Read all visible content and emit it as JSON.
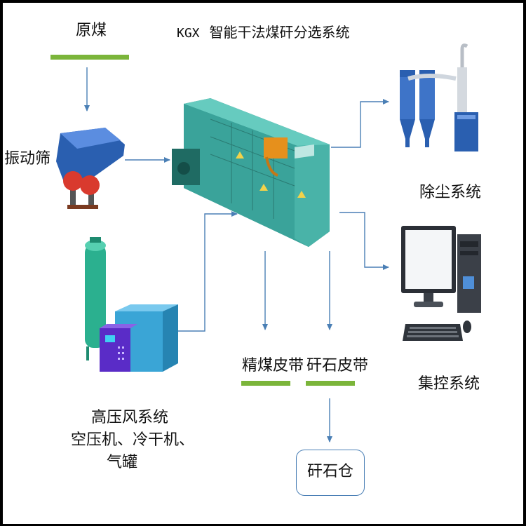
{
  "title": {
    "code": "KGX",
    "text": "智能干法煤矸分选系统"
  },
  "labels": {
    "raw_coal": "原煤",
    "vibrating_screen": "振动筛",
    "dust_removal": "除尘系统",
    "central_control": "集控系统",
    "clean_coal_belt": "精煤皮带",
    "gangue_belt": "矸石皮带",
    "gangue_bin": "矸石仓",
    "hp_air_line1": "高压风系统",
    "hp_air_line2": "空压机、冷干机、",
    "hp_air_line3": "气罐"
  },
  "colors": {
    "bar": "#7bb53a",
    "arrow": "#4a7fb5",
    "machine": "#3aa39a",
    "equipment_blue": "#2a5fb0"
  }
}
